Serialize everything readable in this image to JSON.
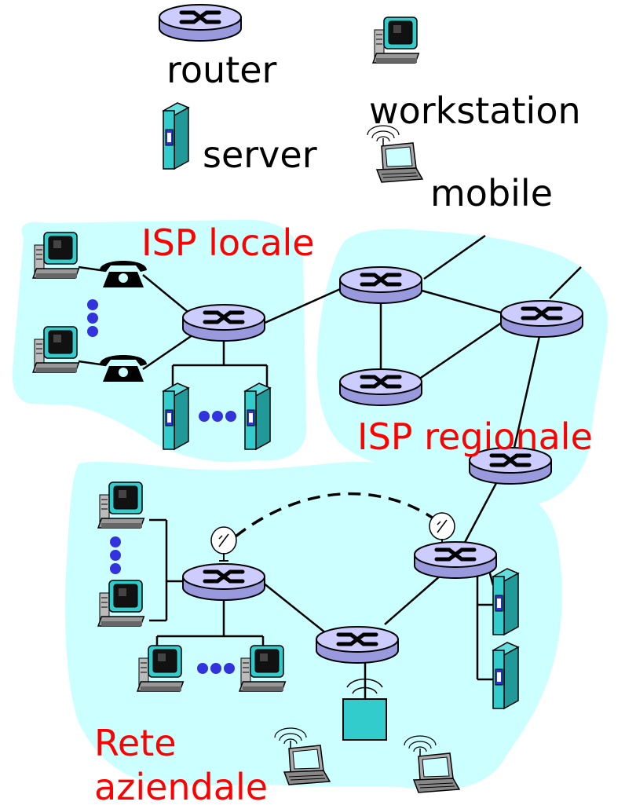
{
  "legend": {
    "router": "router",
    "workstation": "workstation",
    "server": "server",
    "mobile": "mobile"
  },
  "regions": {
    "local_isp": "ISP locale",
    "regional_isp": "ISP regionale",
    "company_net_line1": "Rete",
    "company_net_line2": "aziendale"
  },
  "colors": {
    "cloud": "#ccffff",
    "router_top": "#ccccff",
    "router_side": "#9999dd",
    "server": "#33cccc",
    "server_panel": "#3333cc",
    "label_red": "#ff0000",
    "dots": "#3333dd",
    "phone": "#000000"
  }
}
